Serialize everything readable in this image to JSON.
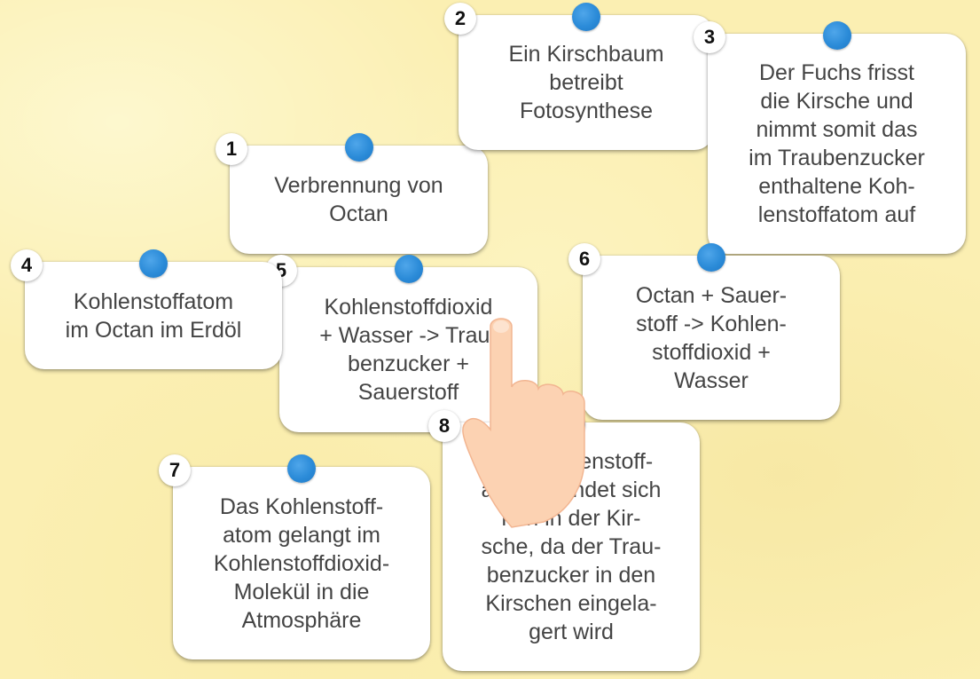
{
  "cards": [
    {
      "number": "1",
      "text": "Verbrennung von\nOctan"
    },
    {
      "number": "2",
      "text": "Ein Kirschbaum\nbetreibt\nFotosynthese"
    },
    {
      "number": "3",
      "text": "Der Fuchs frisst\ndie Kirsche und\nnimmt somit das\nim Traubenzucker\nenthaltene Koh-\nlenstoffatom auf"
    },
    {
      "number": "4",
      "text": "Kohlenstoffatom\nim Octan im Erdöl"
    },
    {
      "number": "5",
      "text": "Kohlenstoffdioxid\n+ Wasser -> Trau-\nbenzucker +\nSauerstoff"
    },
    {
      "number": "6",
      "text": "Octan + Sauer-\nstoff -> Kohlen-\nstoffdioxid +\nWasser"
    },
    {
      "number": "7",
      "text": "Das Kohlenstoff-\natom gelangt im\nKohlenstoffdioxid-\nMolekül in die\nAtmosphäre"
    },
    {
      "number": "8",
      "text": "Das Kohlenstoff-\natom befindet sich\nnun in der Kir-\nsche, da der Trau-\nbenzucker in den\nKirschen eingela-\ngert wird"
    }
  ],
  "colors": {
    "background": "#fbefb2",
    "card": "#ffffff",
    "pin": "#2b8bd8",
    "text": "#444444",
    "hand_skin": "#fcd2b2"
  },
  "icons": {
    "pin": "pushpin-icon",
    "pointer": "pointing-hand-icon"
  }
}
